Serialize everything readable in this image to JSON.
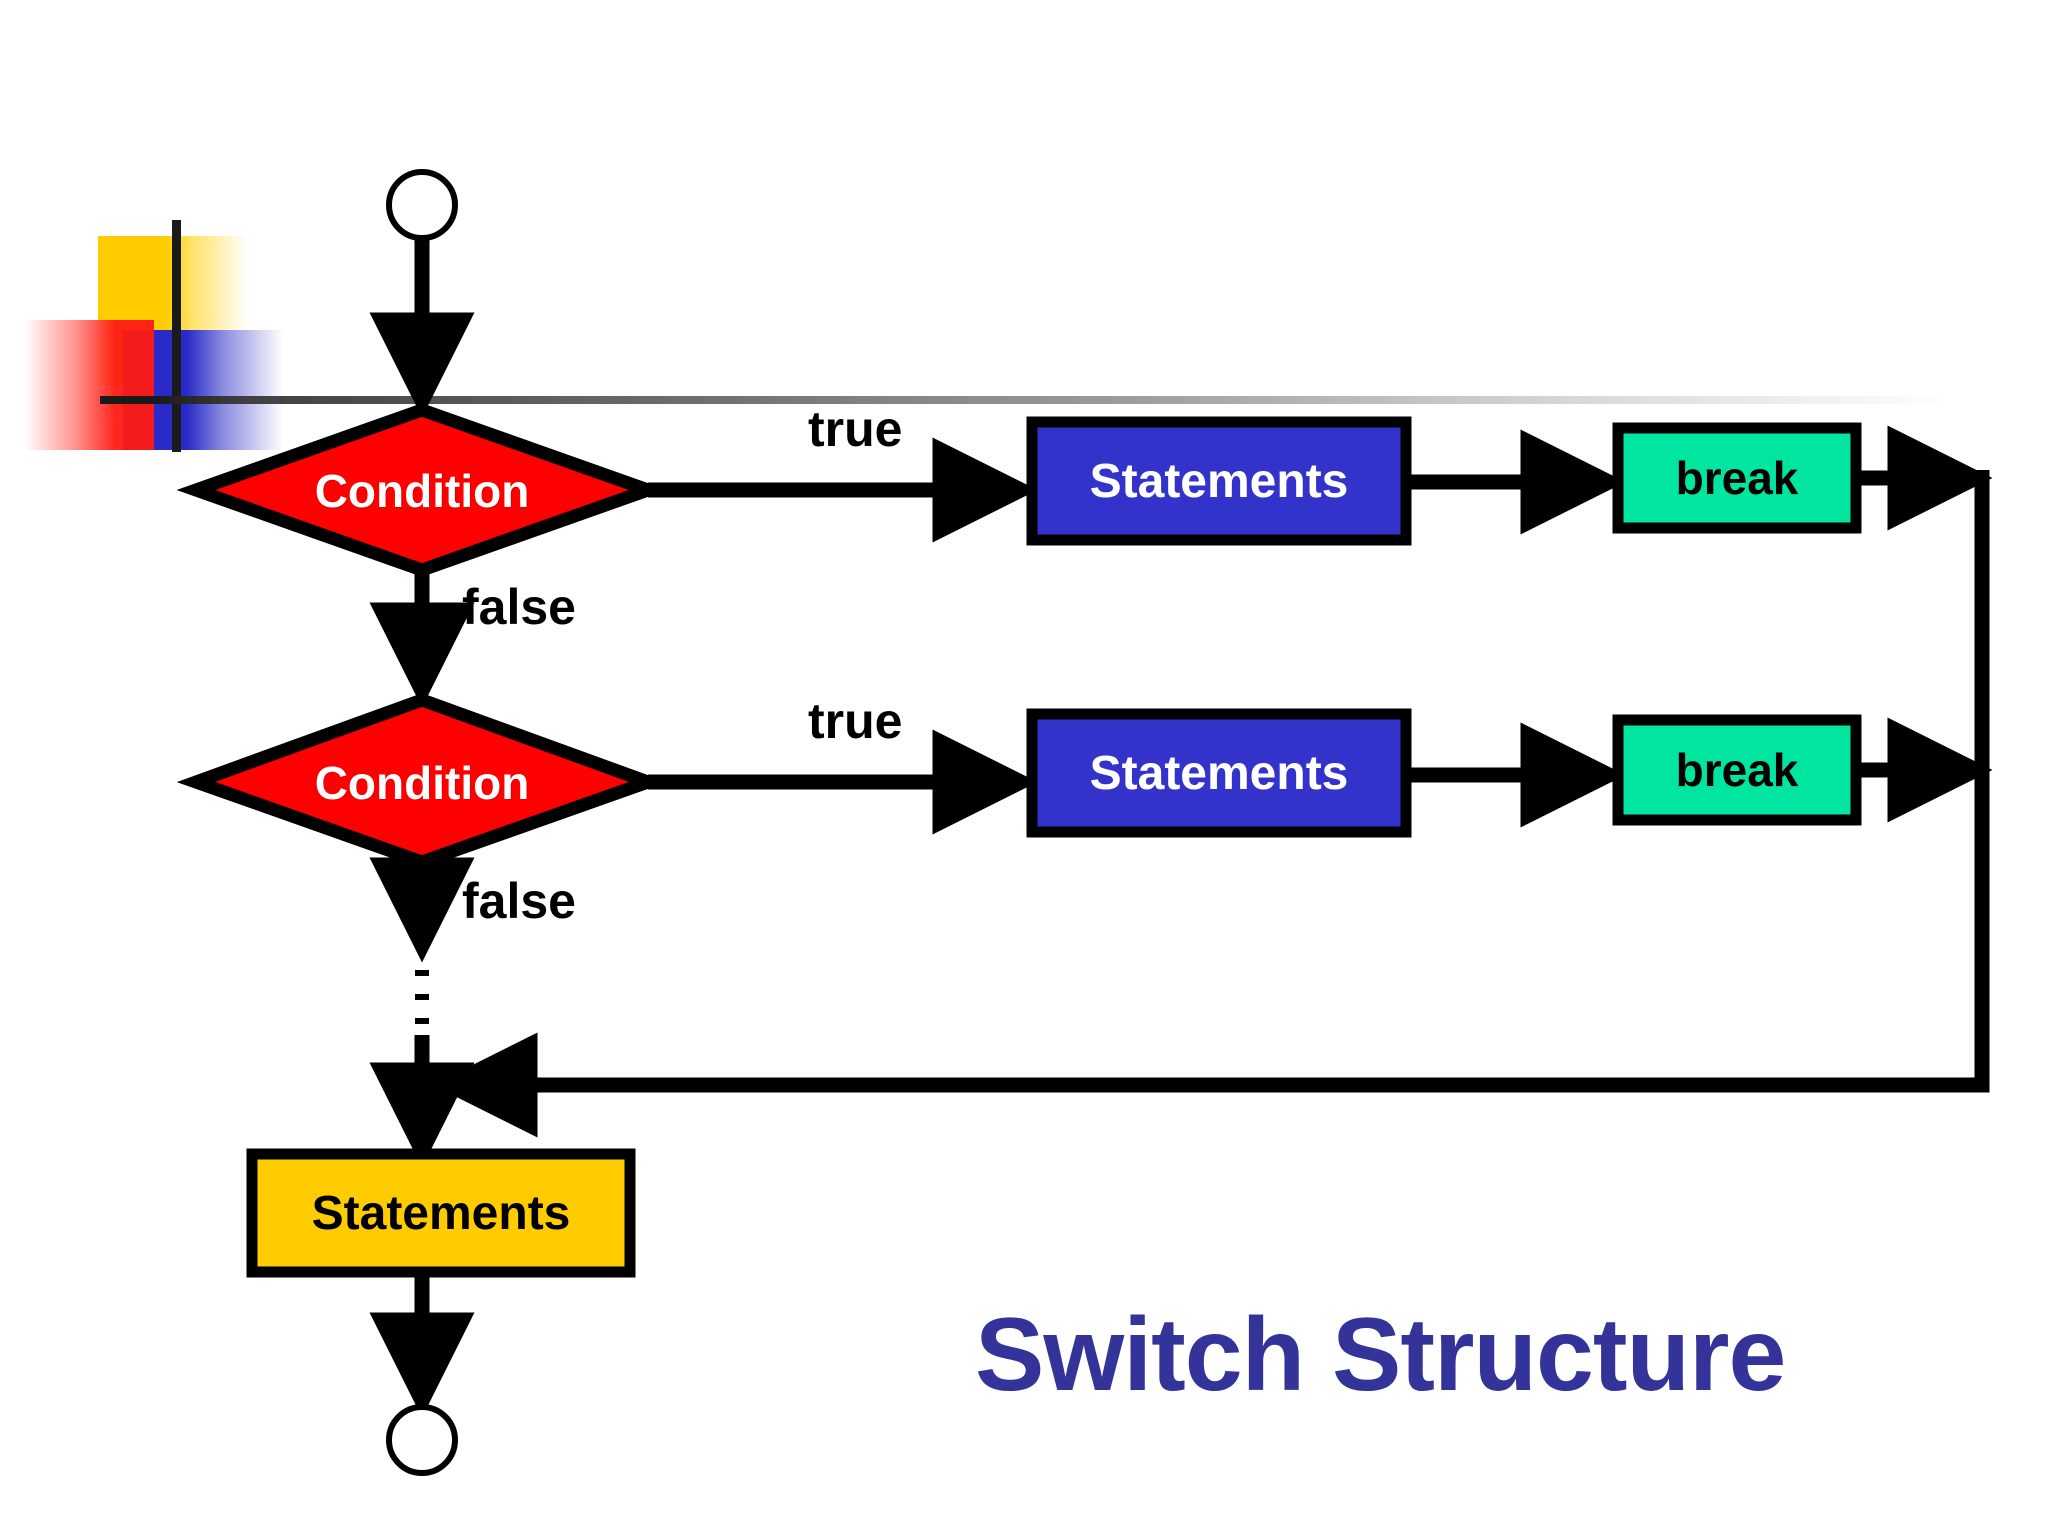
{
  "slide": {
    "title": "Switch Structure",
    "background_color": "#FFFFFF"
  },
  "palette": {
    "condition_fill": "#FF0000",
    "condition_text": "#FFFFFF",
    "statements_blue_fill": "#3333CC",
    "statements_blue_text": "#FFFFFF",
    "break_fill": "#00E5A0",
    "break_text": "#000000",
    "statements_gold_fill": "#FFCC00",
    "statements_gold_text": "#000000",
    "stroke": "#000000",
    "title_color": "#333399"
  },
  "nodes": {
    "start_terminal": {
      "label": "",
      "shape": "circle"
    },
    "condition_1": {
      "label": "Condition",
      "shape": "diamond"
    },
    "condition_2": {
      "label": "Condition",
      "shape": "diamond"
    },
    "statements_1": {
      "label": "Statements",
      "shape": "rect"
    },
    "statements_2": {
      "label": "Statements",
      "shape": "rect"
    },
    "break_1": {
      "label": "break",
      "shape": "rect"
    },
    "break_2": {
      "label": "break",
      "shape": "rect"
    },
    "statements_final": {
      "label": "Statements",
      "shape": "rect"
    },
    "end_terminal": {
      "label": "",
      "shape": "circle"
    }
  },
  "edges": {
    "true_1": "true",
    "false_1": "false",
    "true_2": "true",
    "false_2": "false"
  },
  "decor": {
    "logo_name": "office-squares-logo",
    "divider_name": "horizontal-rule"
  }
}
